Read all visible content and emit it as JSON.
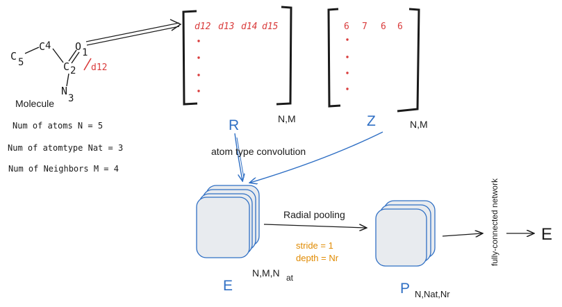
{
  "molecule": {
    "atoms": [
      {
        "symbol": "C",
        "index": "5"
      },
      {
        "symbol": "C",
        "index": "4"
      },
      {
        "symbol": "C",
        "index": "2"
      },
      {
        "symbol": "O",
        "index": "1"
      },
      {
        "symbol": "N",
        "index": "3"
      }
    ],
    "distance_label": "d12",
    "caption": "Molecule",
    "stats": [
      "Num of atoms N = 5",
      "Num of atomtype Nat = 3",
      "Num of Neighbors M = 4"
    ]
  },
  "r_matrix": {
    "entries": [
      "d12",
      "d13",
      "d14",
      "d15"
    ],
    "subscript": "N,M",
    "name": "R"
  },
  "z_matrix": {
    "entries": [
      "6",
      "7",
      "6",
      "6"
    ],
    "subscript": "N,M",
    "name": "Z"
  },
  "conv_label": "atom type convolution",
  "e_tensor": {
    "name": "E",
    "subscript": "N,M,N",
    "subscript_sub": "at"
  },
  "pool": {
    "label": "Radial pooling",
    "params": [
      "stride = 1",
      "depth = Nr"
    ]
  },
  "p_tensor": {
    "name": "P",
    "subscript": "N,Nat,Nr"
  },
  "fc_label": "fully-connected network",
  "output": "E",
  "colors": {
    "red": "#d93b3b",
    "blue": "#2f6fc4",
    "orange": "#e08a00",
    "ink": "#1a1a1a",
    "box_fill": "#e8ebef"
  }
}
